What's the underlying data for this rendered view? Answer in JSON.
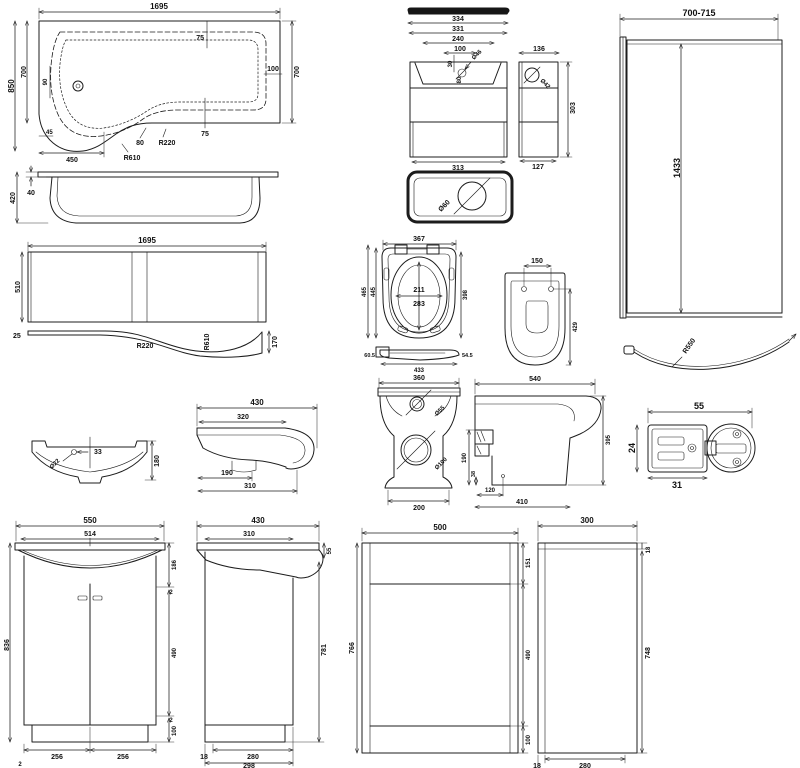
{
  "drawing_title": "Bathroom suite technical dimension drawing",
  "line_color": "#1c1c1c",
  "background_color": "#ffffff",
  "labels": {
    "bath_plan": {
      "length": "1695",
      "width_overall": "850",
      "width_inner": "700",
      "drain_offset": "90",
      "ledge_top": "75",
      "ledge_right": "100",
      "width_right": "700",
      "ledge_bottom": "75",
      "offset_80": "80",
      "r220": "R220",
      "r610": "R610",
      "shower_end": "450",
      "offset_45": "45"
    },
    "bath_side": {
      "rim": "40",
      "height": "420"
    },
    "bath_panel": {
      "length": "1695",
      "height": "510",
      "end_thin": "25",
      "r220": "R220",
      "r610": "R610",
      "end_tall": "170"
    },
    "cistern_front": {
      "w334": "334",
      "w331": "331",
      "w240": "240",
      "w100": "100",
      "h30": "30",
      "hole": "Ø46",
      "h80": "80",
      "w313": "313"
    },
    "cistern_side": {
      "w136": "136",
      "hole": "Ø42",
      "h303": "303",
      "w127": "127"
    },
    "screen": {
      "width": "700-715",
      "height": "1433",
      "radius": "R550"
    },
    "plate": {
      "hole": "Ø60"
    },
    "seat_top": {
      "w367": "367",
      "l465": "465",
      "l445": "445",
      "l398": "398",
      "i211": "211",
      "i283": "283"
    },
    "seat_profile": {
      "h_left": "60.5",
      "h_right": "54.5",
      "length": "433"
    },
    "seat_bottom": {
      "hinge": "150",
      "length": "429"
    },
    "pan_front": {
      "w360": "360",
      "d55": "Ø55",
      "d100": "Ø100",
      "w200": "200"
    },
    "pan_side": {
      "d540": "540",
      "h395": "395",
      "h190": "190",
      "h38": "38",
      "w120": "120",
      "w410": "410"
    },
    "profile": {
      "w55": "55",
      "h24": "24",
      "w31": "31"
    },
    "basin_front": {
      "hole": "Ø22",
      "off33": "33",
      "h180": "180"
    },
    "basin_side": {
      "d430": "430",
      "d320": "320",
      "d190": "190",
      "d310": "310"
    },
    "vanity_front": {
      "w550": "550",
      "w514": "514",
      "h186": "186",
      "g2a": "2",
      "h490": "490",
      "g2b": "2",
      "h100": "100",
      "h836": "836",
      "w256a": "256",
      "w256b": "256",
      "g2c": "2"
    },
    "vanity_side": {
      "d430": "430",
      "d310": "310",
      "o55": "55",
      "h781": "781",
      "p18": "18",
      "d280": "280",
      "d298": "298"
    },
    "wc_front": {
      "w500": "500",
      "h151": "151",
      "h490": "490",
      "h100": "100",
      "h766": "766"
    },
    "wc_side": {
      "d300": "300",
      "t18": "18",
      "h748": "748",
      "p18": "18",
      "d280": "280"
    }
  }
}
